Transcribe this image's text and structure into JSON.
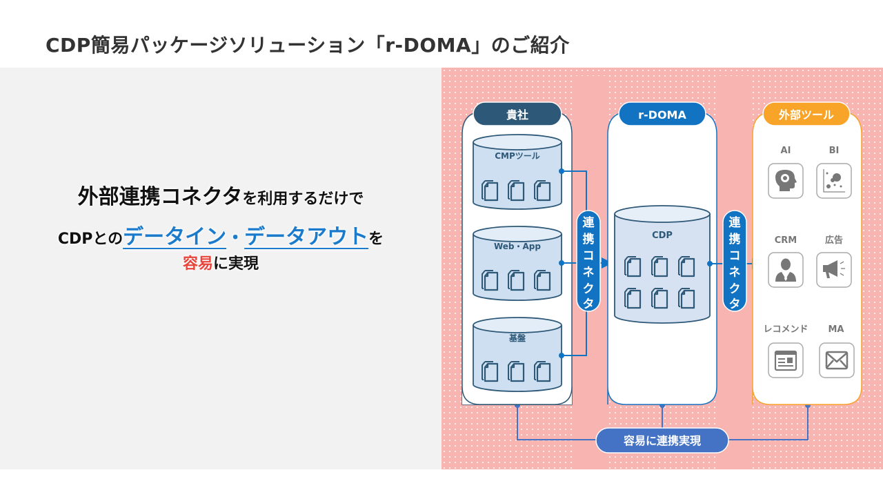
{
  "title": "CDP簡易パッケージソリューション「r-DOMA」のご紹介",
  "message": {
    "line1": {
      "bold_large": "外部連携コネクタ",
      "rest": "を利用するだけで"
    },
    "line2": {
      "prefix": "CDPとの",
      "highlight1": "データイン",
      "separator": "・",
      "highlight2": "データアウト",
      "suffix": "を"
    },
    "line3": {
      "highlight": "容易",
      "rest": "に実現"
    }
  },
  "colors": {
    "company_header": "#2e5877",
    "rdoma_header": "#1273c2",
    "external_header": "#f7a428",
    "connector": "#1273c2",
    "bottom_badge": "#4472c4",
    "accent_blue_text": "#1a7acb",
    "accent_red_text": "#e8453c",
    "panel_pink": "#f8b4b0"
  },
  "diagram": {
    "company": {
      "header": "貴社",
      "databases": [
        {
          "label": "CMPツール",
          "icon": "documents-icon"
        },
        {
          "label": "Web・App",
          "icon": "documents-icon"
        },
        {
          "label": "基盤",
          "icon": "documents-icon"
        }
      ]
    },
    "connector_left": {
      "label": "連携コネクタ",
      "chars": [
        "連",
        "携",
        "コ",
        "ネ",
        "ク",
        "タ"
      ]
    },
    "rdoma": {
      "header": "r-DOMA",
      "database": {
        "label": "CDP",
        "icon": "documents-icon"
      }
    },
    "connector_right": {
      "label": "連携コネクタ",
      "chars": [
        "連",
        "携",
        "コ",
        "ネ",
        "ク",
        "タ"
      ]
    },
    "external": {
      "header": "外部ツール",
      "tools": [
        {
          "label": "AI",
          "icon": "ai-head-gear-icon"
        },
        {
          "label": "BI",
          "icon": "scatter-chart-icon"
        },
        {
          "label": "CRM",
          "icon": "business-person-icon"
        },
        {
          "label": "広告",
          "icon": "megaphone-icon"
        },
        {
          "label": "レコメンド",
          "icon": "browser-window-icon"
        },
        {
          "label": "MA",
          "icon": "mail-envelope-icon"
        }
      ]
    },
    "bottom_badge": "容易に連携実現"
  }
}
